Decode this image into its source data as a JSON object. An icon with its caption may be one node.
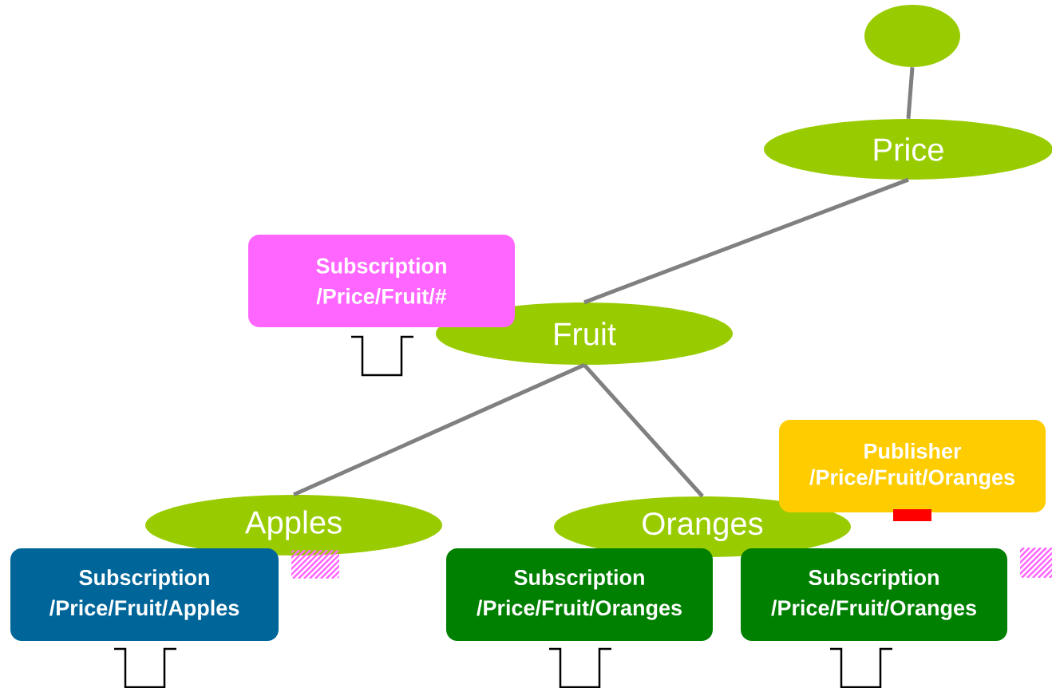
{
  "diagram": {
    "nodes": [
      {
        "text": [],
        "shape": "ellipse"
      },
      {
        "text": [
          "Price"
        ]
      },
      {
        "text": [
          "Fruit"
        ]
      },
      {
        "text": [
          "Apples"
        ]
      },
      {
        "text": [
          "Oranges"
        ]
      },
      {
        "text": [
          "Subscription",
          "/Price/Fruit/#"
        ]
      },
      {
        "text": [
          "Publisher",
          "/Price/Fruit/Oranges"
        ]
      },
      {
        "text": [
          "Subscription",
          "/Price/Fruit/Apples"
        ]
      },
      {
        "text": [
          "Subscription",
          "/Price/Fruit/Oranges"
        ]
      },
      {
        "text": [
          "Subscription",
          "/Price/Fruit/Oranges"
        ]
      }
    ],
    "edges": [
      {
        "from": 0,
        "to": 1,
        "arrow": "none"
      },
      {
        "from": 1,
        "to": 2,
        "arrow": "none"
      },
      {
        "from": 2,
        "to": 3,
        "arrow": "none"
      },
      {
        "from": 2,
        "to": 4,
        "arrow": "none"
      }
    ]
  }
}
